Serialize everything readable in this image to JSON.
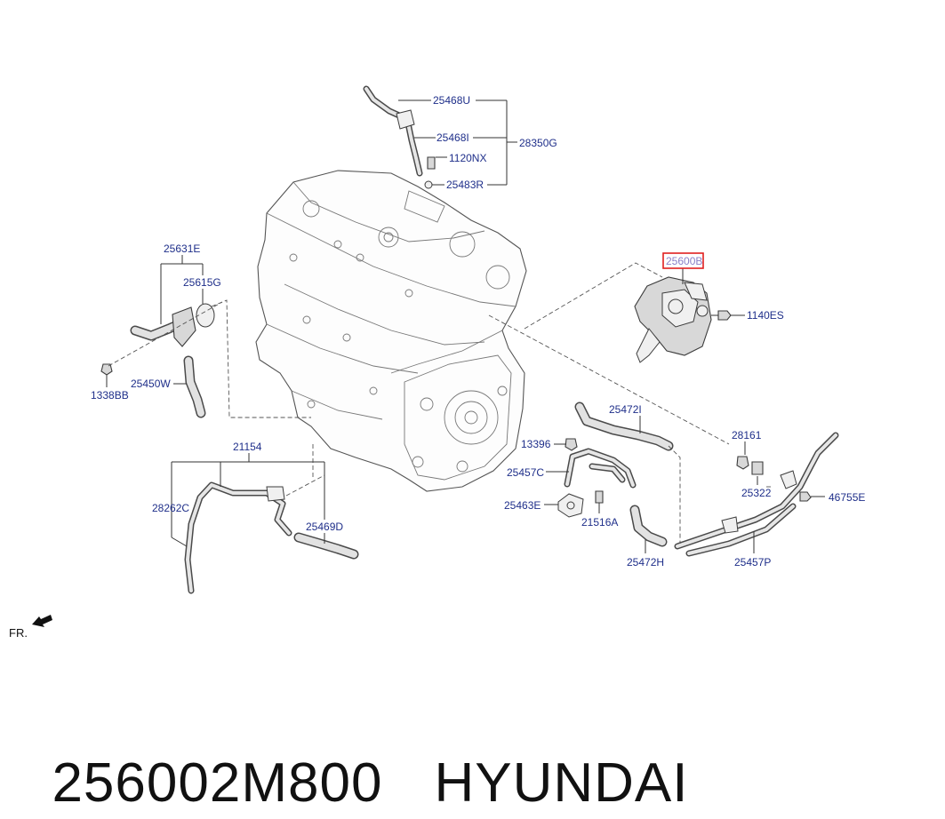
{
  "diagram": {
    "labels": {
      "p25468U": "25468U",
      "p25468I": "25468I",
      "p28350G": "28350G",
      "p1120NX": "1120NX",
      "p25483R": "25483R",
      "p25631E": "25631E",
      "p25615G": "25615G",
      "p1338BB": "1338BB",
      "p25450W": "25450W",
      "p25600B": "25600B",
      "p1140ES": "1140ES",
      "p25472I": "25472I",
      "p28161": "28161",
      "p13396": "13396",
      "p25457C": "25457C",
      "p25322": "25322",
      "p46755E": "46755E",
      "p25463E": "25463E",
      "p21516A": "21516A",
      "p25472H": "25472H",
      "p25457P": "25457P",
      "p21154": "21154",
      "p28262C": "28262C",
      "p25469D": "25469D"
    },
    "direction_label": "FR.",
    "highlight_color": "#e02020",
    "label_color": "#1f2f8a"
  },
  "caption": {
    "part_number": "256002M800",
    "brand": "HYUNDAI"
  }
}
